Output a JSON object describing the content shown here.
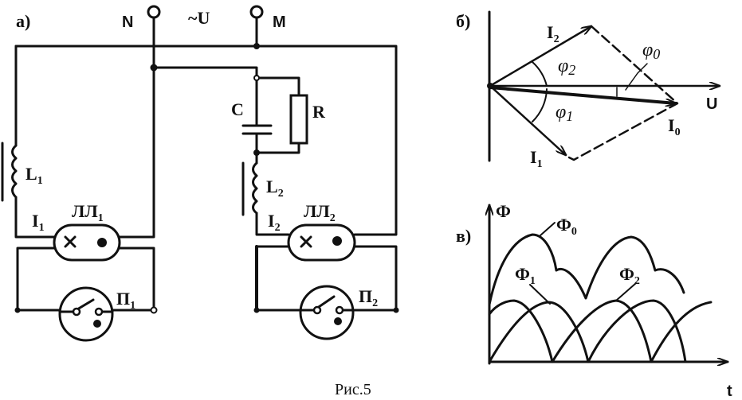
{
  "circuit": {
    "panel_label": "а)",
    "terminal_n": "N",
    "terminal_m": "M",
    "voltage": "~U",
    "capacitor": "C",
    "resistor": "R",
    "inductor1": {
      "base": "L",
      "sub": "1"
    },
    "inductor2": {
      "base": "L",
      "sub": "2"
    },
    "current1": {
      "base": "I",
      "sub": "1"
    },
    "current2": {
      "base": "I",
      "sub": "2"
    },
    "lamp1": {
      "base": "ЛЛ",
      "sub": "1"
    },
    "lamp2": {
      "base": "ЛЛ",
      "sub": "2"
    },
    "starter1": {
      "base": "П",
      "sub": "1"
    },
    "starter2": {
      "base": "П",
      "sub": "2"
    }
  },
  "phasor": {
    "panel_label": "б)",
    "i2": {
      "base": "I",
      "sub": "2"
    },
    "i1": {
      "base": "I",
      "sub": "1"
    },
    "i0": {
      "base": "I",
      "sub": "0"
    },
    "u": "U",
    "phi2": {
      "base": "φ",
      "sub": "2"
    },
    "phi1": {
      "base": "φ",
      "sub": "1"
    },
    "phi0": {
      "base": "φ",
      "sub": "0"
    }
  },
  "flux": {
    "panel_label": "в)",
    "y_axis": "Ф",
    "x_axis": "t",
    "f0": {
      "base": "Ф",
      "sub": "0"
    },
    "f1": {
      "base": "Ф",
      "sub": "1"
    },
    "f2": {
      "base": "Ф",
      "sub": "2"
    }
  },
  "caption": "Рис.5"
}
